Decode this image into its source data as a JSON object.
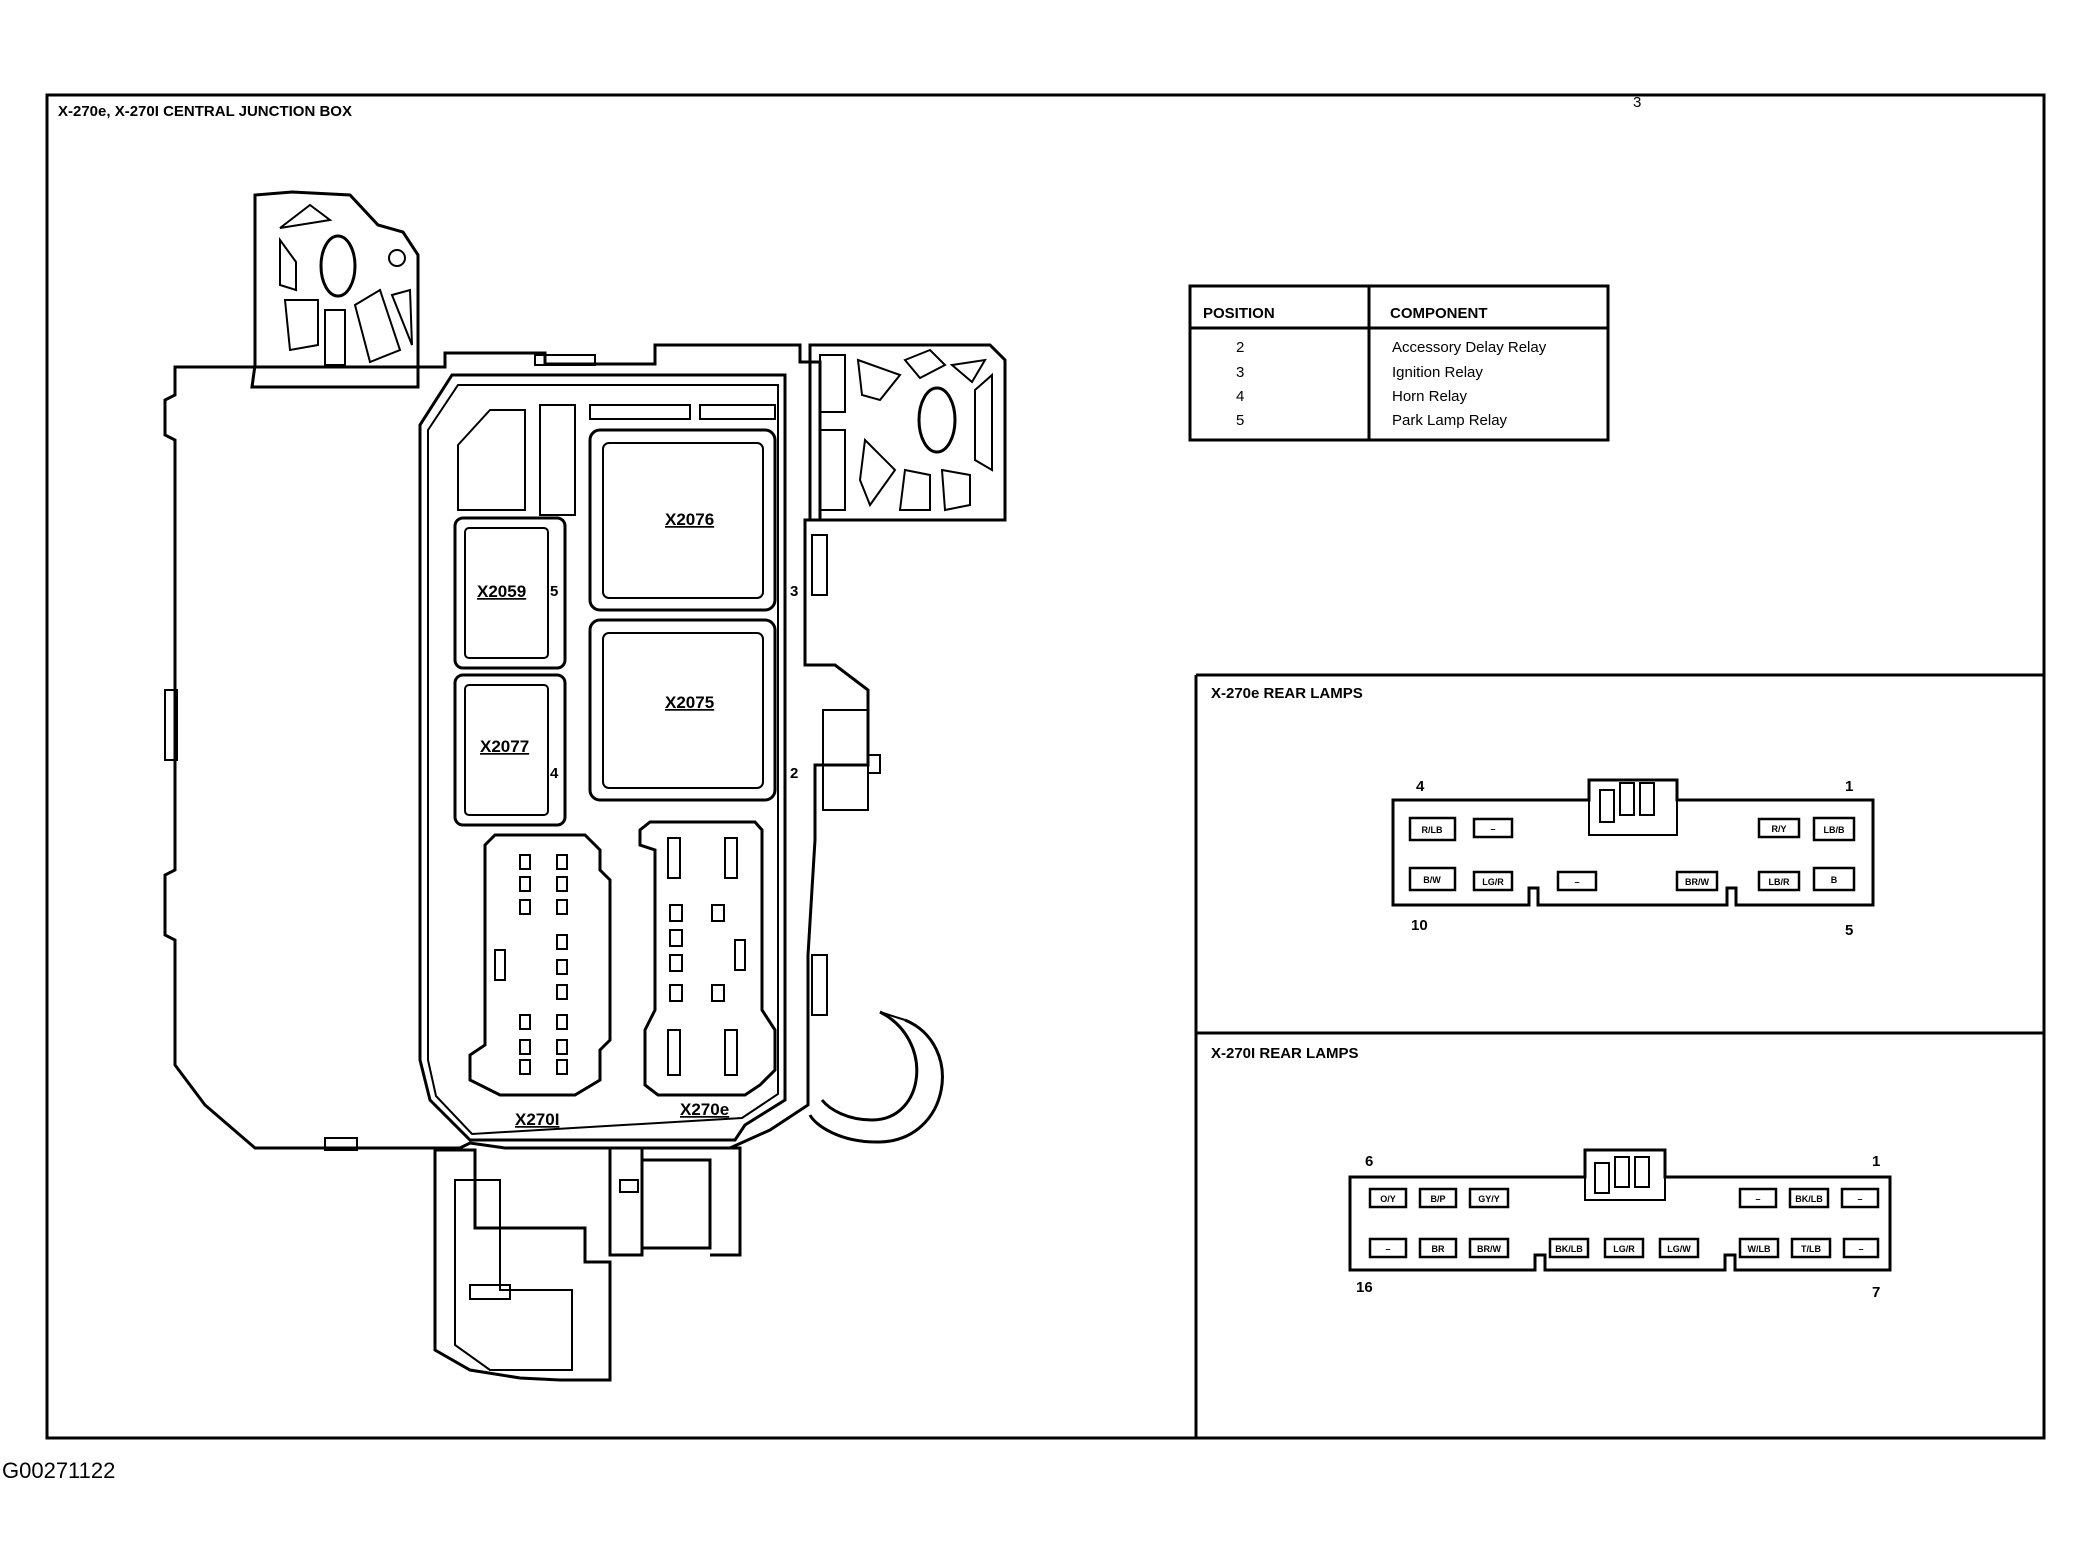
{
  "main_title": "X-270e, X-270I CENTRAL JUNCTION BOX",
  "corner_mark": "3",
  "figure_code": "G00271122",
  "junction_box": {
    "labels": {
      "x2076": "X2076",
      "x2075": "X2075",
      "x2059": "X2059",
      "x2077": "X2077",
      "x270i": "X270I",
      "x270e": "X270e"
    },
    "position_marks": {
      "p3": "3",
      "p2": "2",
      "p5": "5",
      "p4": "4"
    }
  },
  "relay_table": {
    "headers": {
      "position": "POSITION",
      "component": "COMPONENT"
    },
    "rows": [
      {
        "position": "2",
        "component": "Accessory Delay Relay"
      },
      {
        "position": "3",
        "component": "Ignition Relay"
      },
      {
        "position": "4",
        "component": "Horn Relay"
      },
      {
        "position": "5",
        "component": "Park Lamp Relay"
      }
    ]
  },
  "connector_e": {
    "title": "X-270e  REAR LAMPS",
    "pins": {
      "top_left": "4",
      "top_right": "1",
      "bottom_left": "10",
      "bottom_right": "5"
    },
    "row1": [
      "R/LB",
      "–",
      "R/Y",
      "LB/B"
    ],
    "row2": [
      "B/W",
      "LG/R",
      "–",
      "BR/W",
      "LB/R",
      "B"
    ]
  },
  "connector_i": {
    "title": "X-270I  REAR LAMPS",
    "pins": {
      "top_left": "6",
      "top_right": "1",
      "bottom_left": "16",
      "bottom_right": "7"
    },
    "row1": [
      "O/Y",
      "B/P",
      "GY/Y",
      "–",
      "BK/LB",
      "–"
    ],
    "row2": [
      "–",
      "BR",
      "BR/W",
      "BK/LB",
      "LG/R",
      "LG/W",
      "W/LB",
      "T/LB",
      "–"
    ]
  }
}
